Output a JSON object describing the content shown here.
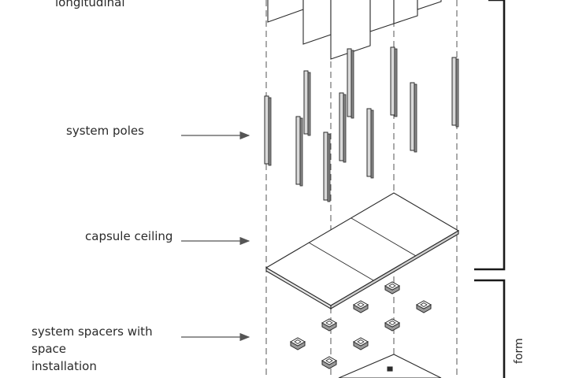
{
  "labels": {
    "top": "longitudinal",
    "poles": "system poles",
    "ceiling": "capsule ceiling",
    "spacers_line1": "system spacers with",
    "spacers_line2": "space",
    "spacers_line3": "installation",
    "side": "form"
  },
  "colors": {
    "stroke": "#2a2a2a",
    "pole_fill": "#d9d9d9",
    "pole_dark": "#8c8c8c",
    "panel_fill": "#ffffff",
    "dashed": "#555555"
  }
}
